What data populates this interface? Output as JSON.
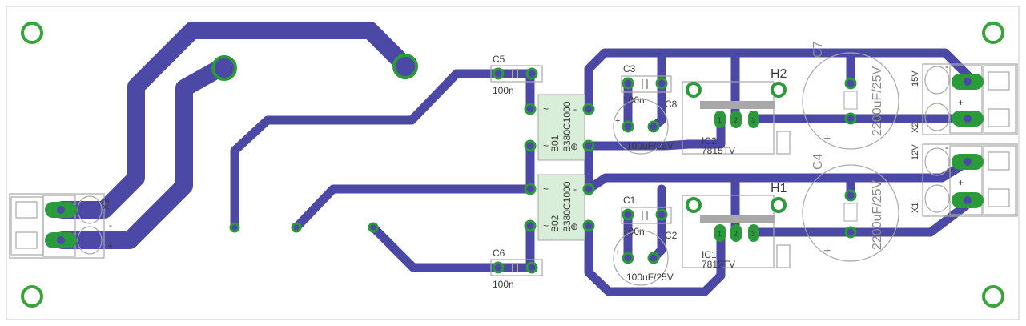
{
  "colors": {
    "board_outline": "#c8c8c8",
    "trace": "#4b48a6",
    "pad": "#2a9a3a",
    "mount_hole": "#3aa33a",
    "silkscreen": "#a8a8a8",
    "bridge_body": "#d9eed9"
  },
  "components": {
    "x3": {
      "label": "X3",
      "pin_minus": "-",
      "pin_plus": "+"
    },
    "c5": {
      "label": "C5",
      "value": "100n"
    },
    "c6": {
      "label": "C6",
      "value": "100n"
    },
    "b01": {
      "label": "B01",
      "part": "B380C1000",
      "minus": "-",
      "plus": "⊕",
      "ac1": "~",
      "ac2": "~"
    },
    "b02": {
      "label": "B02",
      "part": "B380C1000",
      "minus": "-",
      "plus": "⊕",
      "ac1": "~",
      "ac2": "~"
    },
    "c3": {
      "label": "C3",
      "value": "100n"
    },
    "c1": {
      "label": "C1",
      "value": "100n"
    },
    "c8": {
      "label": "C8",
      "value": "100uF/25V",
      "polarity": "+"
    },
    "c2": {
      "label": "C2",
      "value": "100uF/25V",
      "polarity": "+"
    },
    "ic2": {
      "label": "IC2",
      "part": "7815TV",
      "pins": [
        "1",
        "2",
        "3"
      ]
    },
    "ic1": {
      "label": "IC1",
      "part": "7812TV",
      "pins": [
        "1",
        "2",
        "3"
      ]
    },
    "h2": {
      "label": "H2"
    },
    "h1": {
      "label": "H1"
    },
    "c7": {
      "label": "C7",
      "value": "2200uF/25V",
      "polarity": "+"
    },
    "c4": {
      "label": "C4",
      "value": "2200uF/25V",
      "polarity": "+"
    },
    "x2": {
      "label": "X2",
      "voltage": "15V",
      "plus": "+",
      "minus": "-"
    },
    "x1": {
      "label": "X1",
      "voltage": "12V",
      "plus": "+",
      "minus": "-"
    }
  }
}
